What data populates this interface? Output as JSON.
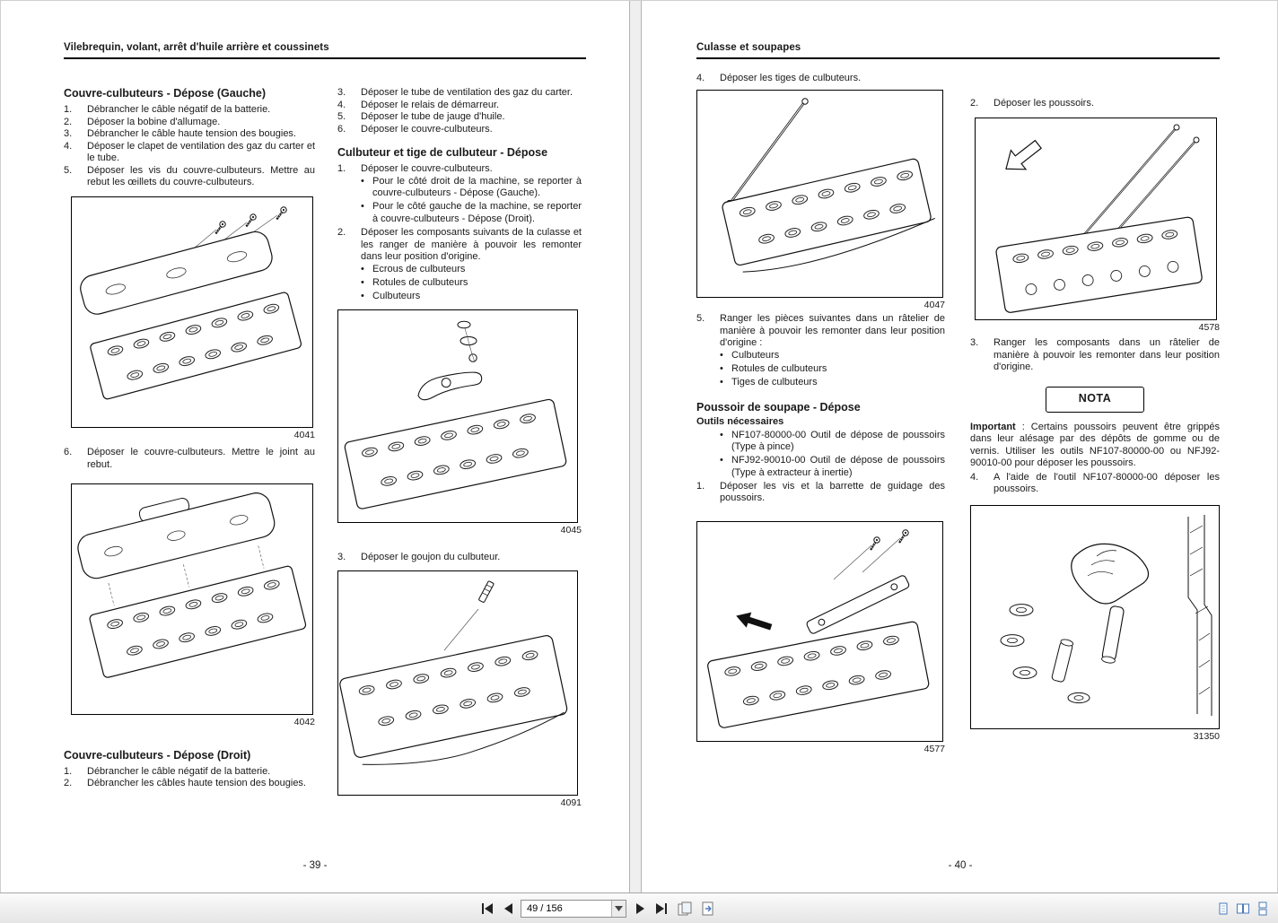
{
  "glyphs": {
    "bullet": "•"
  },
  "toolbar": {
    "page_indicator": "49 / 156",
    "icon_names": [
      "first-page-icon",
      "previous-page-icon",
      "page-select-dropdown-icon",
      "next-page-icon",
      "last-page-icon",
      "duplicate-page-icon",
      "export-page-icon",
      "single-page-view-icon",
      "facing-pages-view-icon",
      "continuous-view-icon"
    ]
  },
  "page39": {
    "header": "Vilebrequin, volant, arrêt d'huile arrière et coussinets",
    "footer": "- 39 -",
    "h_gauche": "Couvre-culbuteurs - Dépose (Gauche)",
    "gauche_steps": [
      {
        "n": "1.",
        "t": "Débrancher le câble négatif de la batterie."
      },
      {
        "n": "2.",
        "t": "Déposer la bobine d'allumage."
      },
      {
        "n": "3.",
        "t": "Débrancher le câble haute tension des bougies."
      },
      {
        "n": "4.",
        "t": "Déposer le clapet de ventilation des gaz du carter et le tube."
      },
      {
        "n": "5.",
        "t": "Déposer les vis du couvre-culbuteurs. Mettre au rebut les œillets du couvre-culbuteurs."
      },
      {
        "n": "6.",
        "t": "Déposer le couvre-culbuteurs. Mettre le joint au rebut."
      }
    ],
    "h_droit": "Couvre-culbuteurs - Dépose (Droit)",
    "droit_steps": [
      {
        "n": "1.",
        "t": "Débrancher le câble négatif de la batterie."
      },
      {
        "n": "2.",
        "t": "Débrancher les câbles haute tension des bougies."
      }
    ],
    "col2_steps": [
      {
        "n": "3.",
        "t": "Déposer le tube de ventilation des gaz du carter."
      },
      {
        "n": "4.",
        "t": "Déposer le relais de démarreur."
      },
      {
        "n": "5.",
        "t": "Déposer le tube de jauge d'huile."
      },
      {
        "n": "6.",
        "t": "Déposer le couvre-culbuteurs."
      }
    ],
    "h_culbuteur": "Culbuteur et tige de culbuteur - Dépose",
    "culb_step1": {
      "n": "1.",
      "t": "Déposer le couvre-culbuteurs."
    },
    "culb_bullets1": [
      "Pour le côté droit de la machine, se reporter à couvre-culbuteurs - Dépose (Gauche).",
      "Pour le côté gauche de la machine, se reporter à couvre-culbuteurs - Dépose (Droit)."
    ],
    "culb_step2": {
      "n": "2.",
      "t": "Déposer les composants suivants de la culasse et les ranger de manière à pouvoir les remonter dans leur position d'origine."
    },
    "culb_bullets2": [
      "Ecrous de culbuteurs",
      "Rotules de culbuteurs",
      "Culbuteurs"
    ],
    "culb_step3": {
      "n": "3.",
      "t": "Déposer le goujon du culbuteur."
    },
    "fig_labels": {
      "f4041": "4041",
      "f4042": "4042",
      "f4045": "4045",
      "f4091": "4091"
    }
  },
  "page40": {
    "header": "Culasse et soupapes",
    "footer": "- 40 -",
    "step4": {
      "n": "4.",
      "t": "Déposer les tiges de culbuteurs."
    },
    "step5": {
      "n": "5.",
      "t": "Ranger les pièces suivantes dans un râtelier de manière à pouvoir les remonter dans leur position d'origine :"
    },
    "step5_bullets": [
      "Culbuteurs",
      "Rotules de culbuteurs",
      "Tiges de culbuteurs"
    ],
    "h_poussoir": "Poussoir de soupape - Dépose",
    "h_outils": "Outils nécessaires",
    "outils_bullets": [
      "NF107-80000-00 Outil de dépose de poussoirs (Type à pince)",
      "NFJ92-90010-00 Outil de dépose de poussoirs (Type à extracteur à inertie)"
    ],
    "step1": {
      "n": "1.",
      "t": "Déposer les vis et la barrette de guidage des poussoirs."
    },
    "step2": {
      "n": "2.",
      "t": "Déposer les poussoirs."
    },
    "step3": {
      "n": "3.",
      "t": "Ranger les composants dans un râtelier de manière à pouvoir les remonter dans leur position d'origine."
    },
    "nota": "NOTA",
    "important_label": "Important",
    "important_text": ": Certains poussoirs peuvent être grippés dans leur alésage par des dépôts de gomme ou de vernis. Utiliser les outils NF107-80000-00 ou NFJ92-90010-00 pour déposer les poussoirs.",
    "step4b": {
      "n": "4.",
      "t": "A l'aide de l'outil NF107-80000-00 déposer les poussoirs."
    },
    "fig_labels": {
      "f4047": "4047",
      "f4578": "4578",
      "f4577": "4577",
      "f31350": "31350"
    }
  }
}
